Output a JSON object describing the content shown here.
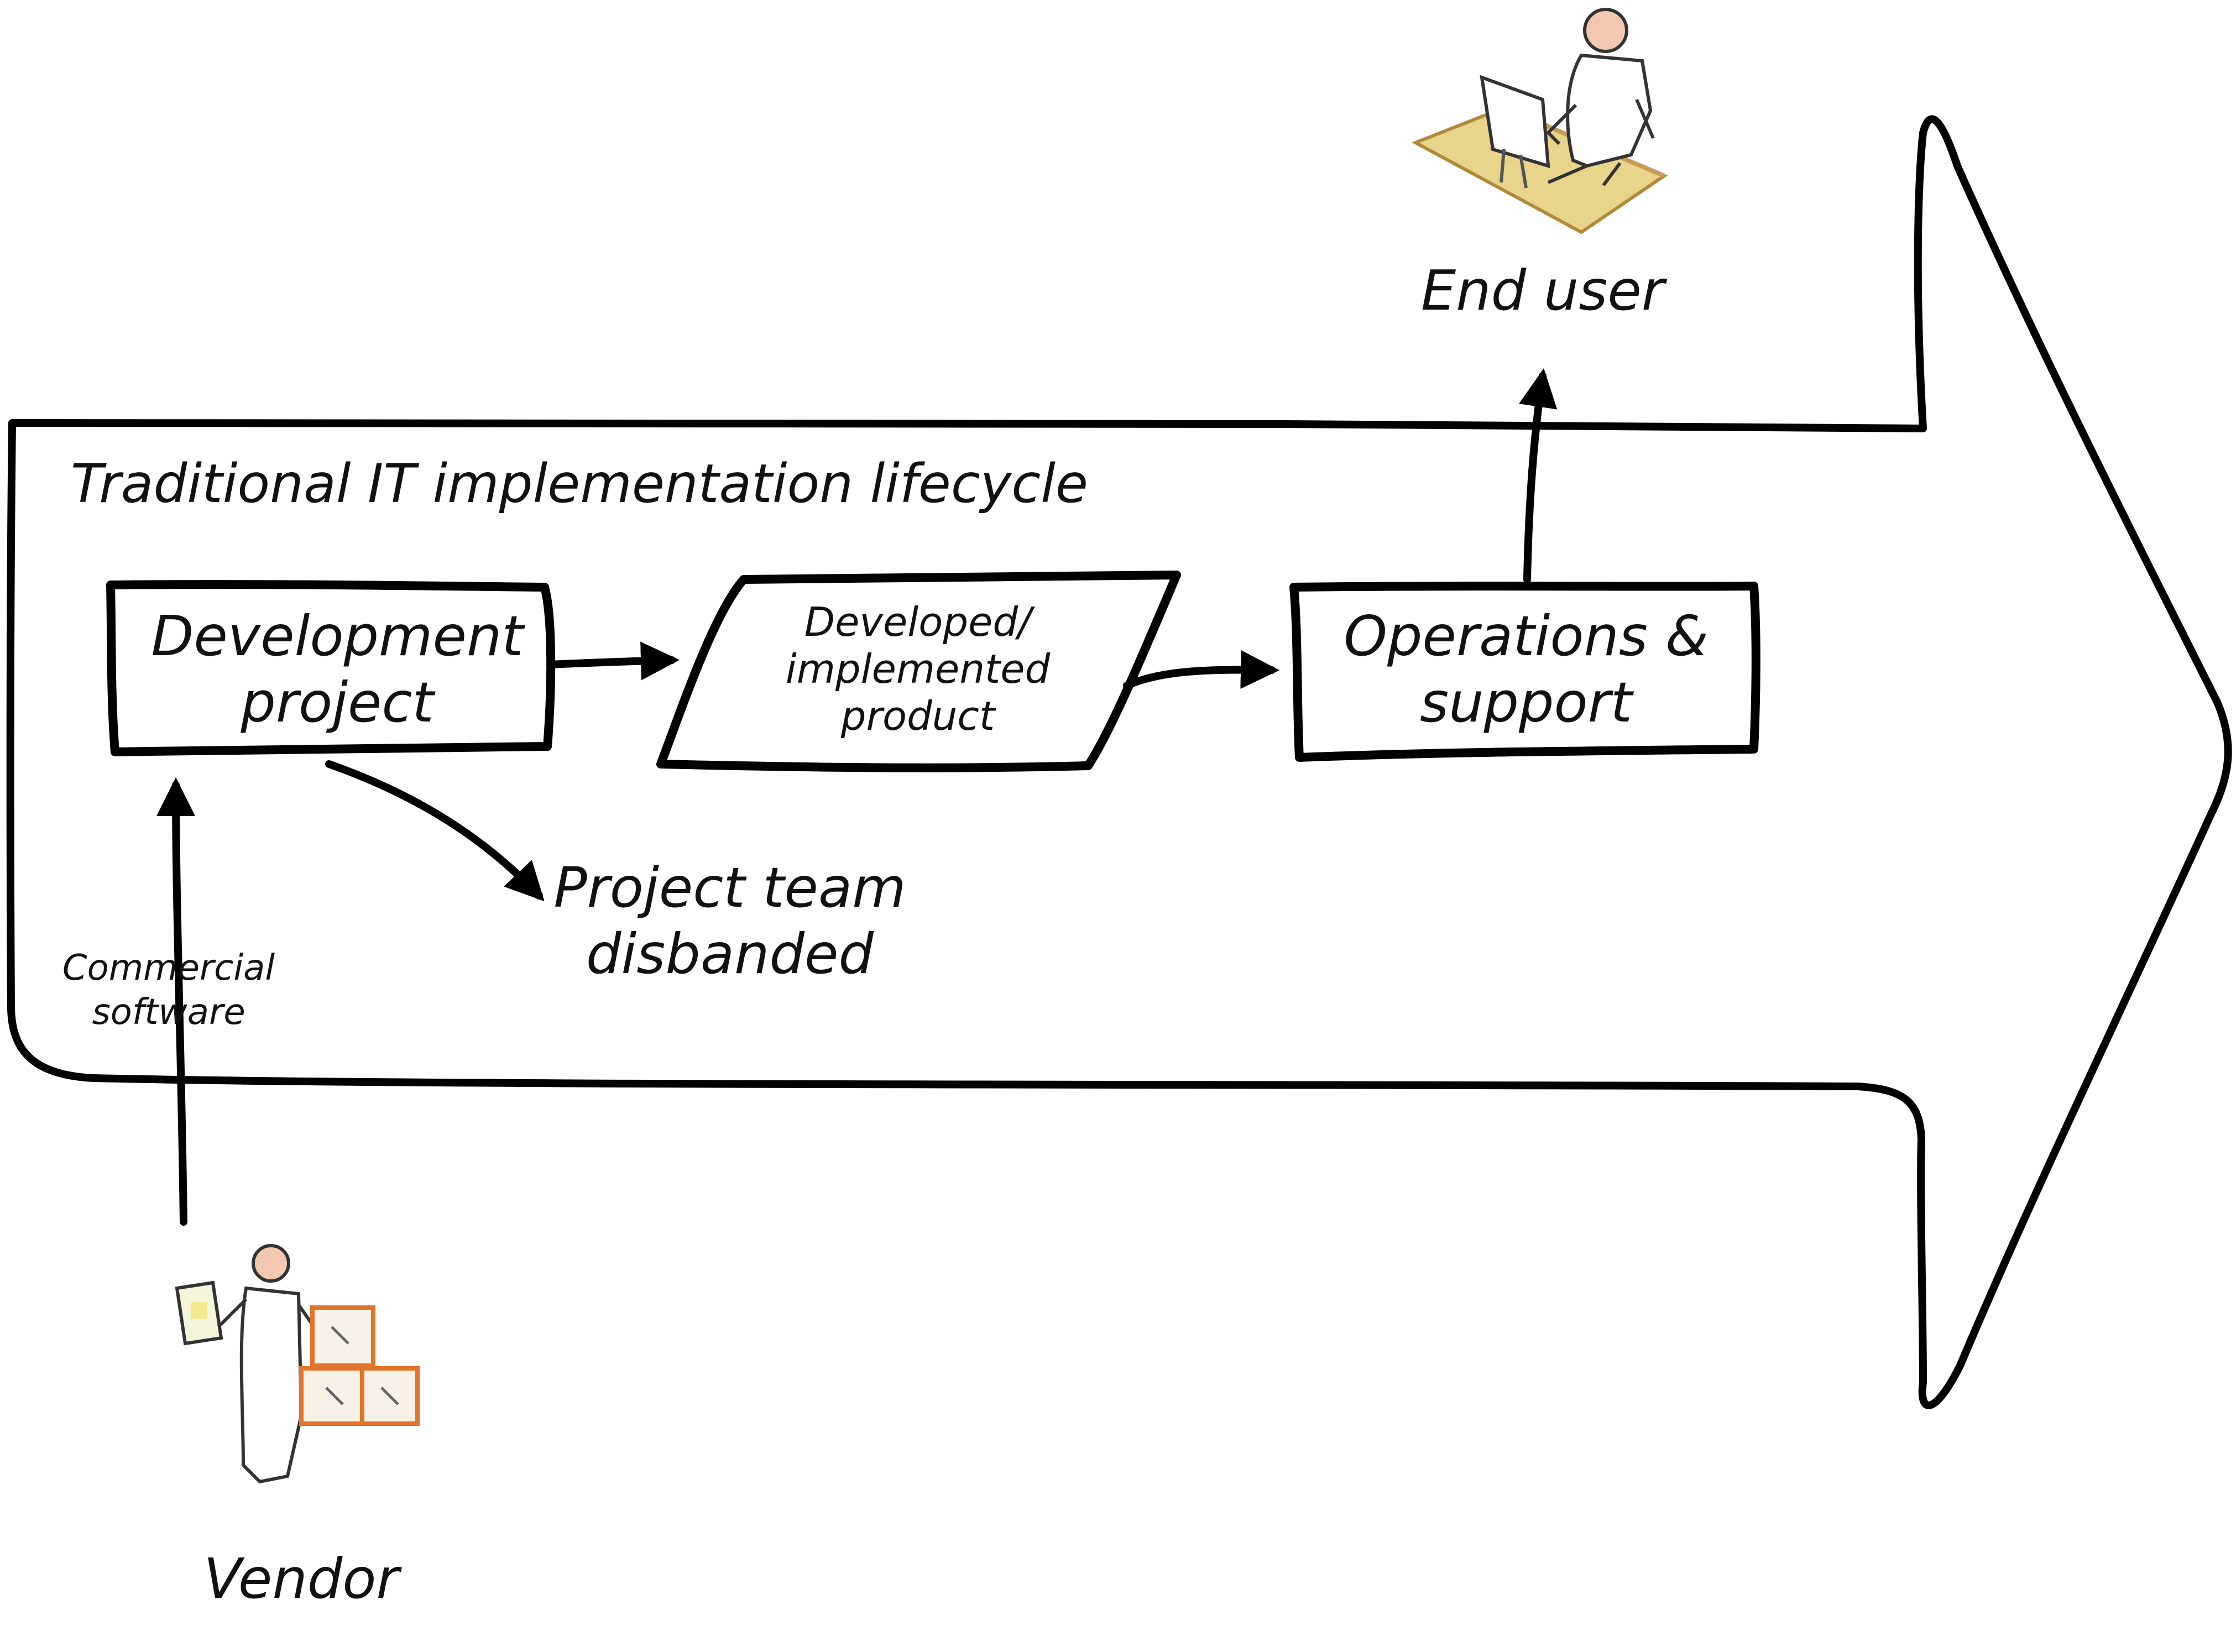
{
  "diagram": {
    "lifecycle_title": "Traditional IT implementation lifecycle",
    "nodes": {
      "development_project": [
        "Development",
        "project"
      ],
      "developed_product": [
        "Developed/",
        "implemented",
        "product"
      ],
      "operations_support": [
        "Operations &",
        "support"
      ],
      "project_team_disbanded": [
        "Project team",
        "disbanded"
      ],
      "end_user": "End user",
      "vendor": "Vendor",
      "commercial_software": [
        "Commercial",
        "software"
      ]
    },
    "icons": {
      "end_user": "person-at-desk-icon",
      "vendor": "person-with-boxes-icon"
    },
    "colors": {
      "ink": "#000000",
      "desk": "#e8d48a",
      "skin": "#f2c9b0",
      "box_accent": "#e0742a"
    }
  }
}
